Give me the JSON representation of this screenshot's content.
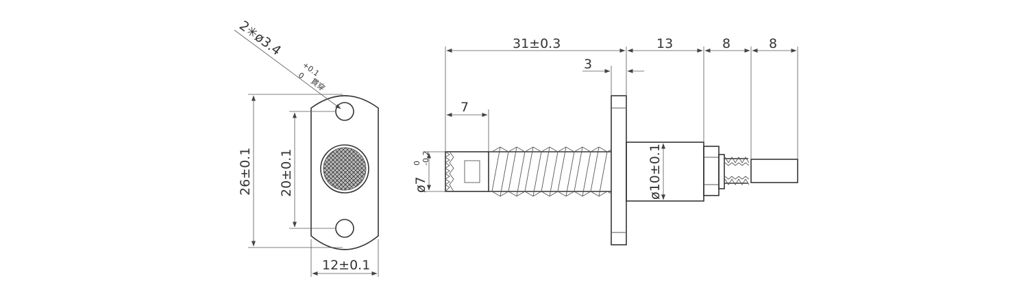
{
  "dimensions": {
    "holes_note": "2✳ø3.4",
    "holes_tol_upper": "+0.1",
    "holes_tol_lower": "0",
    "holes_note_suffix": "貫穿",
    "total_height": "26±0.1",
    "hole_spacing": "20±0.1",
    "flange_width": "12±0.1",
    "body_length": "31±0.3",
    "barrel_length": "13",
    "nut_length": "8",
    "plunger_length": "8",
    "flange_thickness": "3",
    "tip_length": "7",
    "tip_diameter": "ø7",
    "tip_tol_upper": "0",
    "tip_tol_lower": "-0.2",
    "barrel_diameter": "ø10±0.1"
  },
  "colors": {
    "line": "#333333",
    "dimension": "#555555"
  }
}
